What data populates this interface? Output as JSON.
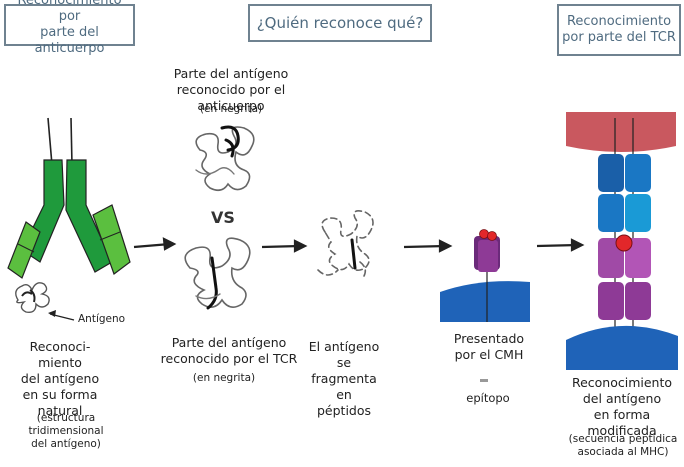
{
  "header": {
    "left_box": "Reconocimiento por\nparte del anticuerpo",
    "center_box": "¿Quién reconoce qué?",
    "right_box": "Reconocimiento\npor parte del TCR"
  },
  "antibody_panel": {
    "antigen_pointer": "Antígeno",
    "caption": "Reconoci-\nmiento\ndel antígeno\nen su forma\nnatural",
    "sub_caption": "(estructura tridimensional\ndel antígeno)"
  },
  "antigen_panel": {
    "top_caption": "Parte del antígeno\nreconocido por el anticuerpo",
    "top_sub": "(en negrita)",
    "versus": "VS",
    "bottom_caption": "Parte del antígeno\nreconocido por el TCR",
    "bottom_sub": "(en negrita)"
  },
  "fragment_panel": {
    "caption": "El antígeno\nse fragmenta\nen\npéptidos"
  },
  "mhc_panel": {
    "caption": "Presentado\npor el CMH",
    "epitope_label": "epítopo"
  },
  "tcr_panel": {
    "caption": "Reconocimiento\ndel antígeno\nen forma modificada",
    "sub_caption": "(secuencia peptídica\nasociada al MHC)"
  },
  "colors": {
    "box_border": "#6f8290",
    "box_text": "#4f6b80",
    "antibody_green": "#1f9a3c",
    "antibody_light": "#5bbf3f",
    "membrane_blue": "#1f63b8",
    "tcr_blue": "#1a77c4",
    "mhc_purple": "#8e3a96",
    "peptide_red": "#e2272a",
    "top_cell_red": "#c9585f"
  }
}
